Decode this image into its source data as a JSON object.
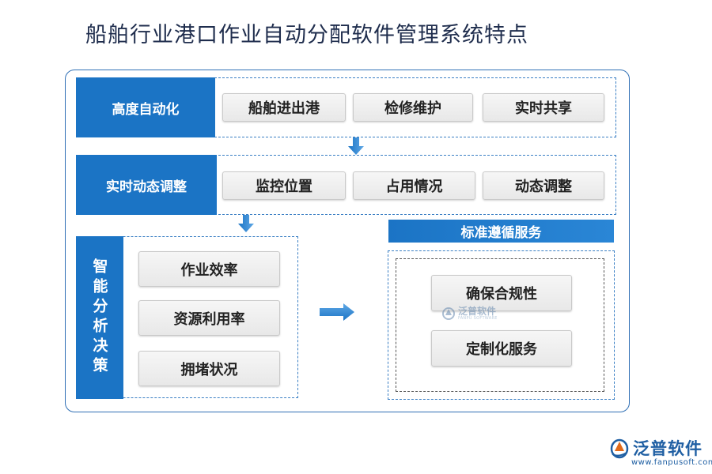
{
  "title": "船舶行业港口作业自动分配软件管理系统特点",
  "rows": [
    {
      "head": "高度自动化",
      "items": [
        "船舶进出港",
        "检修维护",
        "实时共享"
      ]
    },
    {
      "head": "实时动态调整",
      "items": [
        "监控位置",
        "占用情况",
        "动态调整"
      ]
    }
  ],
  "analysis": {
    "head": "智能分析决策",
    "items": [
      "作业效率",
      "资源利用率",
      "拥堵状况"
    ]
  },
  "standard": {
    "head": "标准遵循服务",
    "items": [
      "确保合规性",
      "定制化服务"
    ]
  },
  "watermark": {
    "text": "泛普软件",
    "sub": "FANPU SOFTWARE"
  },
  "logo": {
    "name": "泛普软件",
    "url": "www.fanpusoft.com"
  },
  "colors": {
    "accent": "#1b74c5",
    "frame": "#2f6fb5",
    "title": "#1f2d4d"
  }
}
